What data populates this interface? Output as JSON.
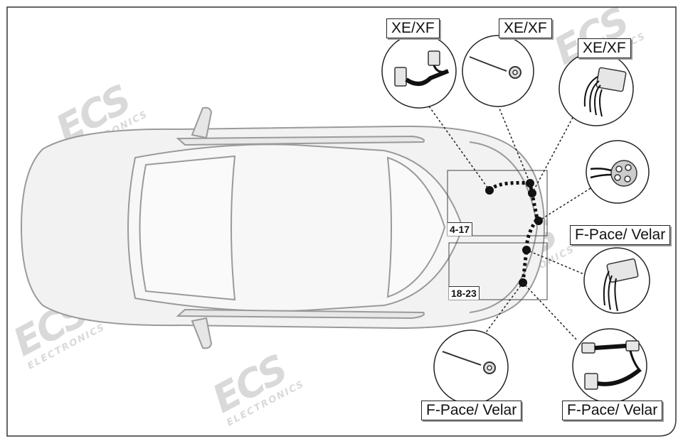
{
  "watermark": {
    "logo": "ECS",
    "sub": "ELECTRONICS"
  },
  "labels": {
    "xe_xf_1": "XE/XF",
    "xe_xf_2": "XE/XF",
    "xe_xf_3": "XE/XF",
    "fpace_velar_1": "F-Pace/ Velar",
    "fpace_velar_2": "F-Pace/ Velar",
    "fpace_velar_3": "F-Pace/ Velar"
  },
  "ranges": {
    "upper": "4-17",
    "lower": "18-23"
  },
  "icons": [
    "connector-plug-icon",
    "ring-terminal-icon",
    "multi-pin-connector-icon",
    "round-socket-icon",
    "wiring-harness-icon"
  ]
}
